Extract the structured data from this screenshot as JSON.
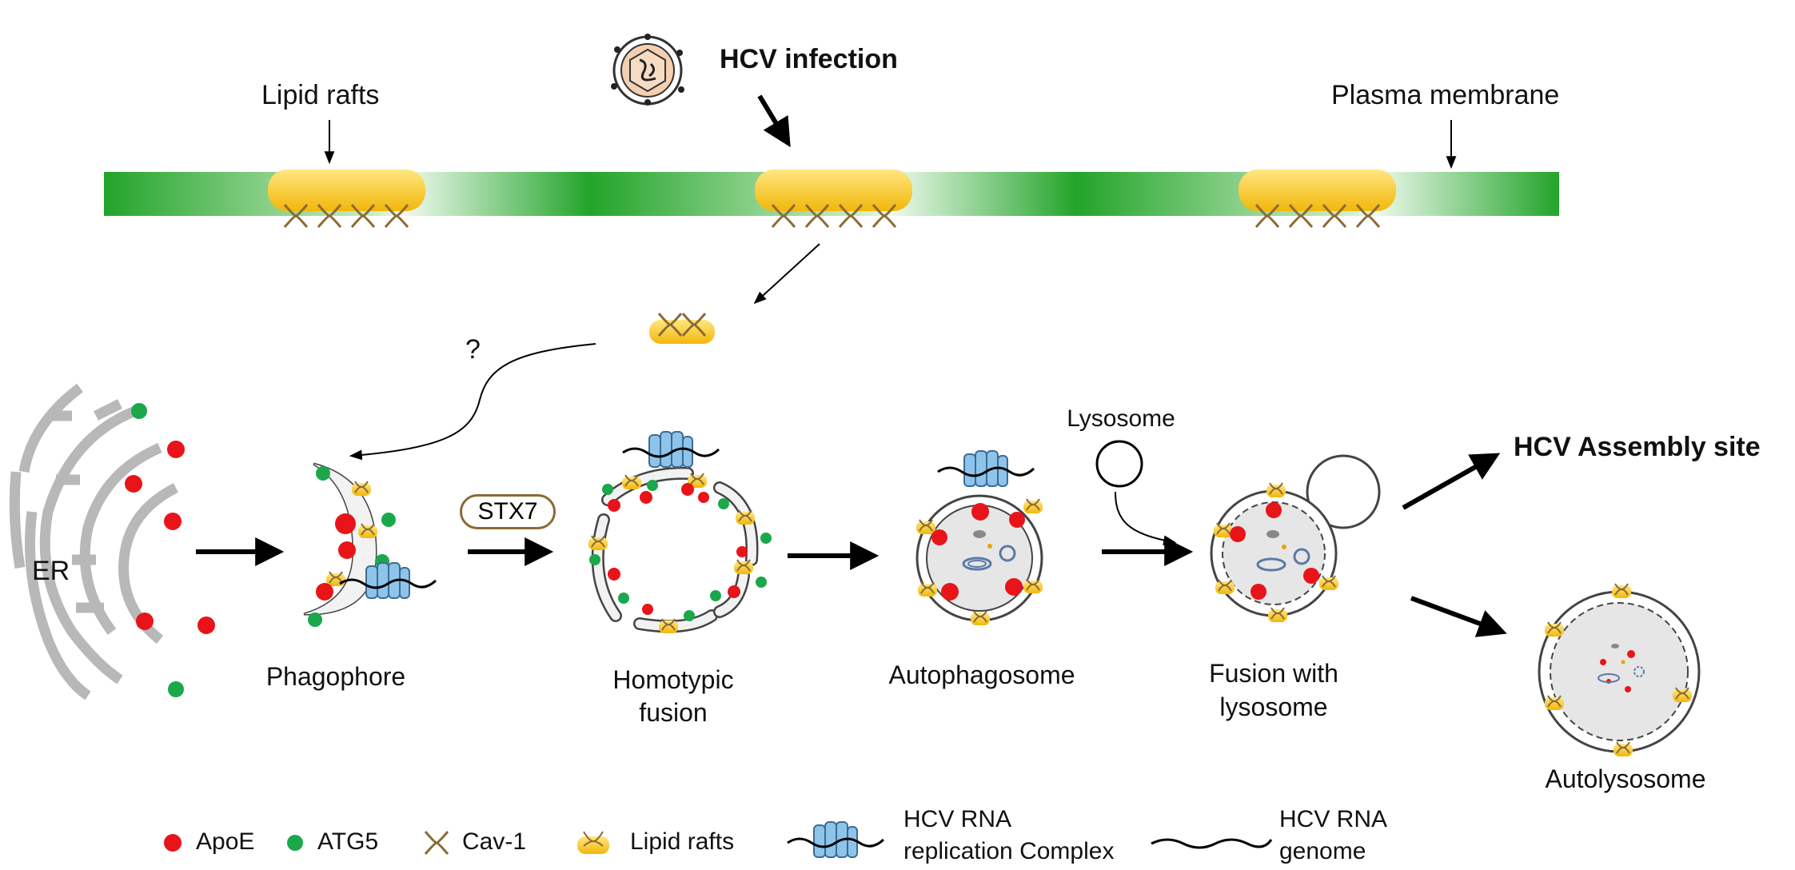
{
  "infection": {
    "label": "HCV infection"
  },
  "membrane": {
    "lipid_rafts_label": "Lipid rafts",
    "plasma_membrane_label": "Plasma membrane"
  },
  "question_mark": "?",
  "er_label": "ER",
  "stx7_label": "STX7",
  "stages": {
    "phagophore": "Phagophore",
    "homotypic_line1": "Homotypic",
    "homotypic_line2": "fusion",
    "autophagosome": "Autophagosome",
    "lysosome": "Lysosome",
    "fusion_line1": "Fusion with",
    "fusion_line2": "lysosome",
    "assembly_site": "HCV Assembly site",
    "autolysosome": "Autolysosome"
  },
  "legend": {
    "apoe": "ApoE",
    "atg5": "ATG5",
    "cav1": "Cav-1",
    "lipid_rafts": "Lipid rafts",
    "rc_line1": "HCV  RNA",
    "rc_line2": "replication Complex",
    "genome_line1": "HCV  RNA",
    "genome_line2": "genome"
  },
  "colors": {
    "membrane_green": "#2aa52c",
    "raft_yellow": "#f5c518",
    "apoe_red": "#e8141a",
    "atg5_green": "#1aa84a",
    "cav1_brown": "#8a6a35",
    "complex_blue": "#8fc4ea",
    "lumen_gray": "#e6e6e6"
  }
}
